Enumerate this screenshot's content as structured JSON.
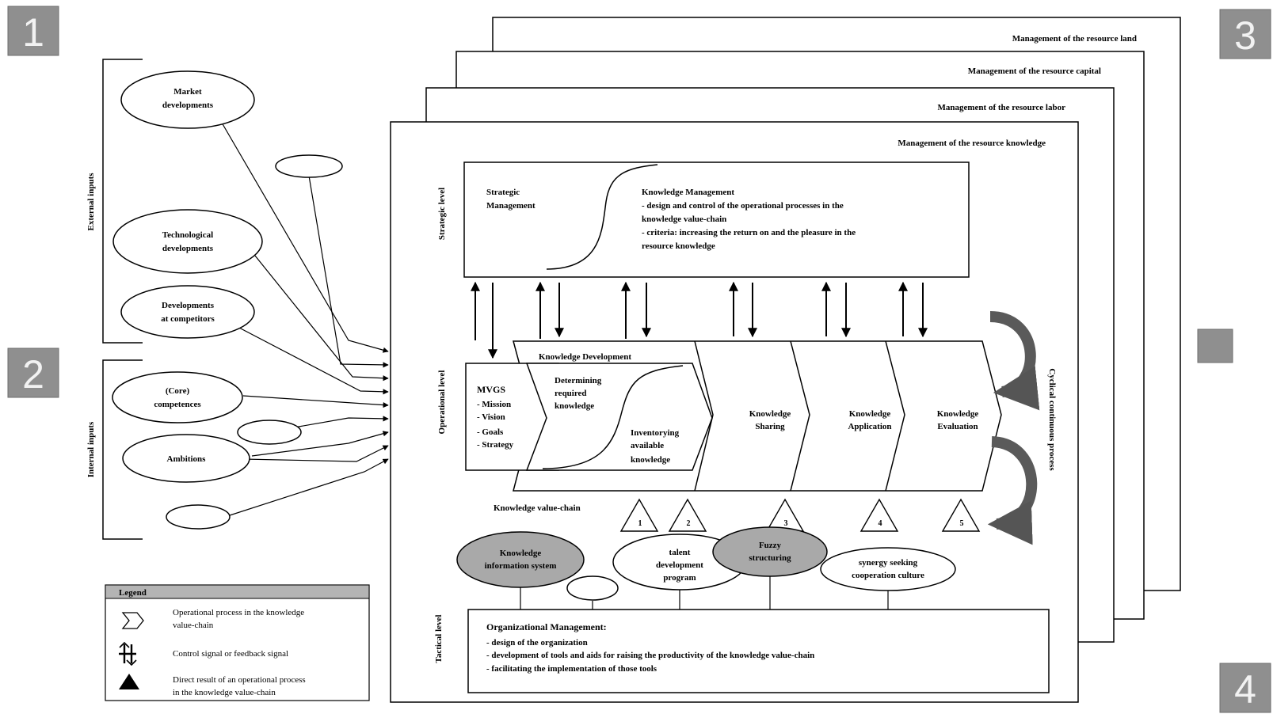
{
  "badges": {
    "b1": "1",
    "b2": "2",
    "b3": "3",
    "b4": "4"
  },
  "layers": {
    "land": "Management of the resource land",
    "capital": "Management of the resource capital",
    "labor": "Management of the resource labor",
    "knowledge": "Management of the resource knowledge"
  },
  "inputs": {
    "external_label": "External inputs",
    "internal_label": "Internal inputs",
    "market": [
      "Market",
      "developments"
    ],
    "technological": [
      "Technological",
      "developments"
    ],
    "competitors": [
      "Developments",
      "at competitors"
    ],
    "core": [
      "(Core)",
      "competences"
    ],
    "ambitions": "Ambitions"
  },
  "levels": {
    "strategic": "Strategic level",
    "operational": "Operational level",
    "tactical": "Tactical level"
  },
  "strategic_box": {
    "left": [
      "Strategic",
      "Management"
    ],
    "title": "Knowledge Management",
    "lines": [
      "- design and control of the operational processes in the",
      "knowledge value-chain",
      "- criteria: increasing the return on and the pleasure in the",
      "resource knowledge"
    ]
  },
  "operational": {
    "mvgs": [
      "MVGS",
      "- Mission",
      "- Vision",
      "- Goals",
      "- Strategy"
    ],
    "kd_title": "Knowledge Development",
    "determining": [
      "Determining",
      "required",
      "knowledge"
    ],
    "inventorying": [
      "Inventorying",
      "available",
      "knowledge"
    ],
    "sharing": [
      "Knowledge",
      "Sharing"
    ],
    "application": [
      "Knowledge",
      "Application"
    ],
    "evaluation": [
      "Knowledge",
      "Evaluation"
    ],
    "cyclical": "Cyclical continuous process"
  },
  "value_chain": {
    "label": "Knowledge value-chain",
    "results": [
      "1",
      "2",
      "3",
      "4",
      "5"
    ]
  },
  "tactical_items": {
    "kis": [
      "Knowledge",
      "information system"
    ],
    "talent": [
      "talent",
      "development",
      "program"
    ],
    "fuzzy": [
      "Fuzzy",
      "structuring"
    ],
    "synergy": [
      "synergy seeking",
      "cooperation culture"
    ]
  },
  "tactical_box": {
    "title": "Organizational Management:",
    "lines": [
      "- design of the organization",
      "- development of tools and aids for raising the productivity of the knowledge value-chain",
      "- facilitating the implementation of those tools"
    ]
  },
  "legend": {
    "title": "Legend",
    "items": [
      [
        "Operational process in the knowledge",
        "value-chain"
      ],
      [
        "Control signal or feedback signal"
      ],
      [
        "Direct result of an operational process",
        "in the knowledge value-chain"
      ]
    ]
  },
  "colors": {
    "badge": "#8f8f8f",
    "ellipse_fill": "#a9a9a9",
    "arrow": "#5a5a5a",
    "legend_header": "#b4b4b4"
  }
}
